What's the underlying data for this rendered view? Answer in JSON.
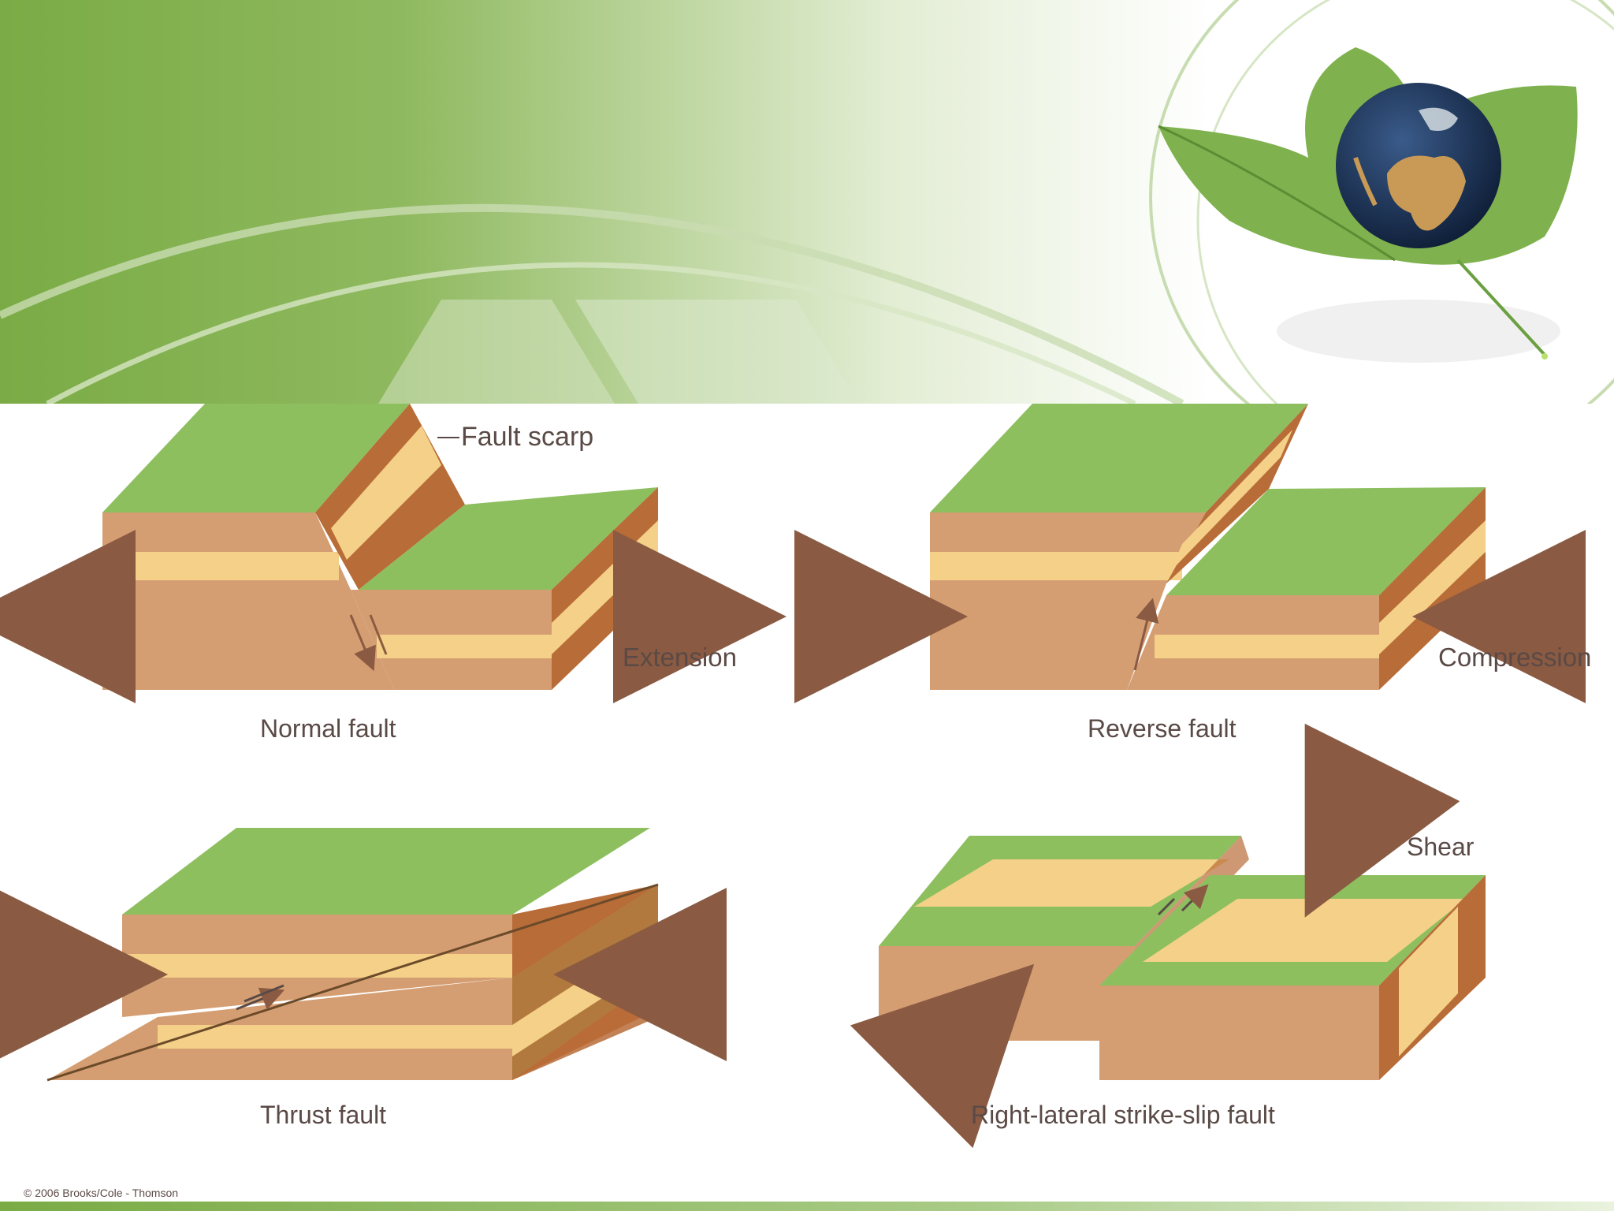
{
  "labels": {
    "fault_scarp": "Fault scarp",
    "extension": "Extension",
    "compression": "Compression",
    "normal_fault": "Normal fault",
    "reverse_fault": "Reverse fault",
    "thrust_fault": "Thrust fault",
    "strike_slip": "Right-lateral strike-slip fault",
    "shear": "Shear",
    "copyright": "© 2006 Brooks/Cole - Thomson"
  },
  "colors": {
    "header_green": "#7aab45",
    "block_green": "#8dbf5f",
    "block_brown": "#d49e72",
    "block_dark": "#b86c38",
    "block_stripe": "#f4d088",
    "arrow": "#b8705a",
    "label_text": "#5a4a46"
  },
  "icons": {
    "globe_leaf": "globe-on-leaf-icon"
  }
}
